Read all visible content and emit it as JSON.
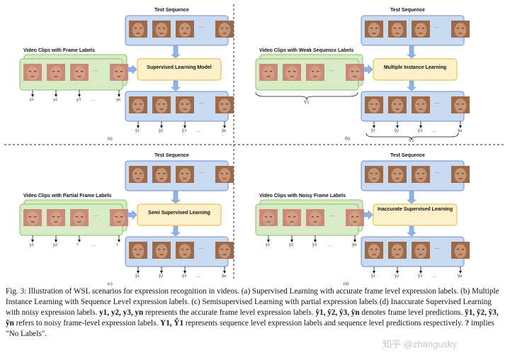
{
  "panels": [
    {
      "id": "a",
      "test_label": "Test Sequence",
      "clips_label": "Video Clips with Frame Labels",
      "method_label": "Supervised Learning Model",
      "input_labels": [
        "y1",
        "y2",
        "y3",
        "…",
        "yn"
      ],
      "output_labels": [
        "ŷ1",
        "ŷ2",
        "ŷ3",
        "…",
        "ŷn"
      ],
      "panel_letter": "(a)"
    },
    {
      "id": "b",
      "test_label": "Test Sequence",
      "clips_label": "Video Clips with Weak Sequence Labels",
      "method_label": "Multiple Instance Learning",
      "seq_label": "Y1",
      "output_labels": [
        "ŷ1",
        "ŷ2",
        "ŷ3",
        "…",
        "ŷn"
      ],
      "seq_pred_label": "Ŷ1",
      "panel_letter": "(b)"
    },
    {
      "id": "c",
      "test_label": "Test Sequence",
      "clips_label": "Video Clips with Partial Frame Labels",
      "method_label": "Semi Supervised Learning",
      "input_labels": [
        "y1",
        "y2",
        "?",
        "…",
        "?"
      ],
      "output_labels": [
        "ŷ1",
        "ŷ2",
        "ŷ3",
        "…",
        "ŷn"
      ],
      "panel_letter": "(c)"
    },
    {
      "id": "d",
      "test_label": "Test Sequence",
      "clips_label": "Video Clips with Noisy Frame Labels",
      "method_label": "Inaccurate Supervised Learning",
      "input_labels": [
        "ỹ1",
        "ỹ2",
        "ỹ3",
        "…",
        "ỹn"
      ],
      "output_labels": [
        "ŷ1",
        "ŷ2",
        "ŷ3",
        "…",
        "ŷn"
      ],
      "panel_letter": "(d)"
    }
  ],
  "colors": {
    "test_box_fill": "#c9daf1",
    "test_box_stroke": "#6b8fc6",
    "clip_box_fill": "#d7ecc6",
    "clip_box_stroke": "#8cc063",
    "method_fill": "#fdf1c9",
    "method_stroke": "#e9c25a",
    "arrow": "#6b93d6",
    "test_face": "#9a6a4a",
    "train_face": "#c98a7a"
  },
  "caption": {
    "p1": "Fig. 3: Illustration of WSL scenarios for expression recognition in videos. (a) Supervised Learning with accurate frame level expression labels. (b) Multiple Instance Learning with Sequence Level expression labels. (c) Semisupervised Learning with partial expression labels (d) Inaccurate Supervised Learning with noisy expression labels.",
    "y_terms": "y1, y2, y3, yn",
    "p2": "represents the accurate frame level expression labels.",
    "yhat_terms": "ŷ1, ŷ2, ŷ3, ŷn",
    "p3": "denotes frame level predictions.",
    "ytilde_terms": "ỹ1, ỹ2, ỹ3, ỹn",
    "p4": "refers to noisy frame-level expression labels.",
    "Y_terms": "Y1, Ŷ1",
    "p5": "represents sequence level expression labels and sequence level predictions respectively.",
    "q_term": "?",
    "p6": "implies \"No Labels\"."
  },
  "watermark": "知乎 @zhangusky"
}
